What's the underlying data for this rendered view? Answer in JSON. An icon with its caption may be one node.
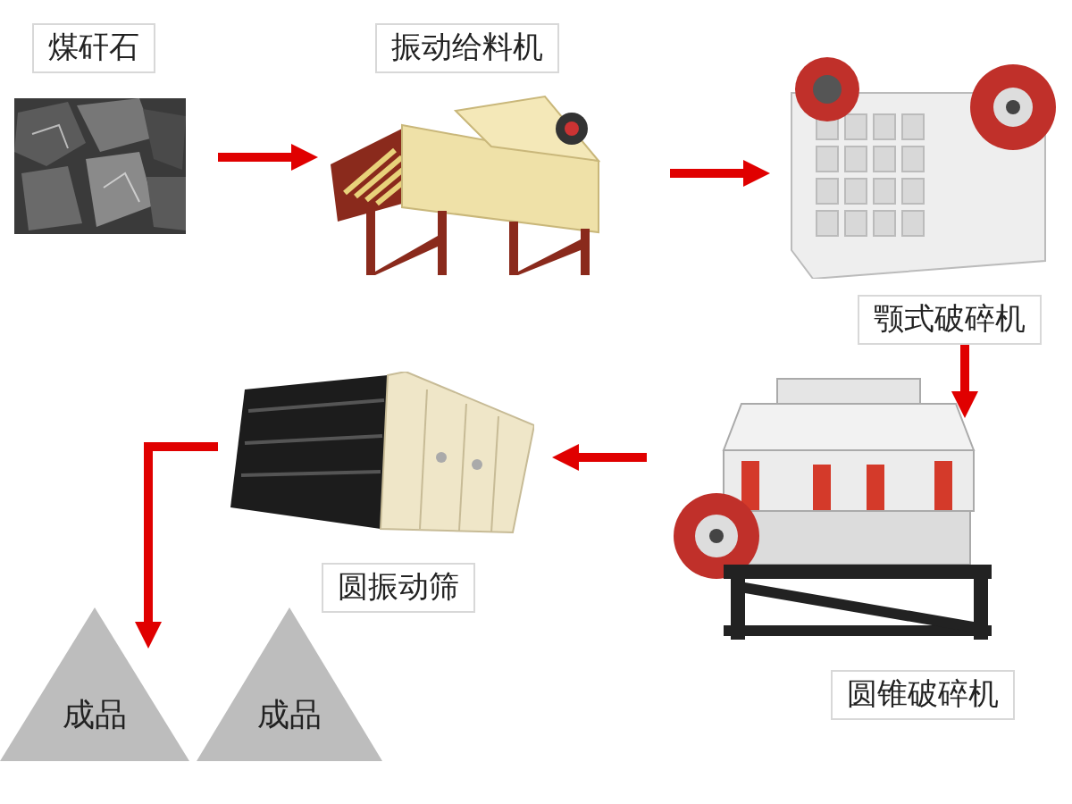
{
  "diagram": {
    "nodes": [
      {
        "text": [],
        "shape": "picture",
        "beside": [
          "煤矸石"
        ]
      },
      {
        "text": [],
        "shape": "picture",
        "beside": [
          "振动给料机"
        ]
      },
      {
        "text": [],
        "shape": "picture",
        "beside": [
          "颚式破碎机"
        ]
      },
      {
        "text": [],
        "shape": "picture",
        "beside": [
          "圆锥破碎机"
        ]
      },
      {
        "text": [],
        "shape": "picture"
      },
      {
        "text": [
          "成品"
        ]
      },
      {
        "text": [
          "成品"
        ]
      }
    ],
    "edges": [
      {
        "from": 0,
        "to": 1,
        "arrow": "to"
      },
      {
        "from": 1,
        "to": 2,
        "arrow": "to"
      },
      {
        "from": 2,
        "to": 3,
        "arrow": "to"
      },
      {
        "from": 3,
        "to": 4,
        "arrow": "to"
      },
      {
        "from": 4,
        "to": 5,
        "arrow": "to"
      }
    ],
    "labels": [
      "圆振动筛"
    ]
  }
}
